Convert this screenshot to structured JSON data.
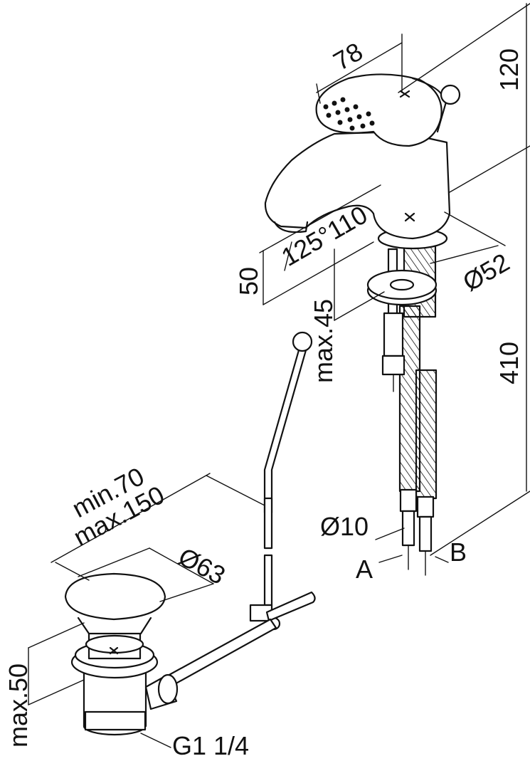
{
  "dimensions": {
    "handle_length": "78",
    "height_total_top": "120",
    "spout_reach": "125°110",
    "spout_height": "50",
    "deck_thickness": "max.45",
    "base_diameter": "Ø52",
    "overall_length": "410",
    "hose_diameter": "Ø10",
    "hose_a": "A",
    "hose_b": "B",
    "rod_min": "min.70",
    "rod_max": "max.150",
    "plug_diameter": "Ø63",
    "waste_height": "max.50",
    "thread": "G1 1/4"
  }
}
